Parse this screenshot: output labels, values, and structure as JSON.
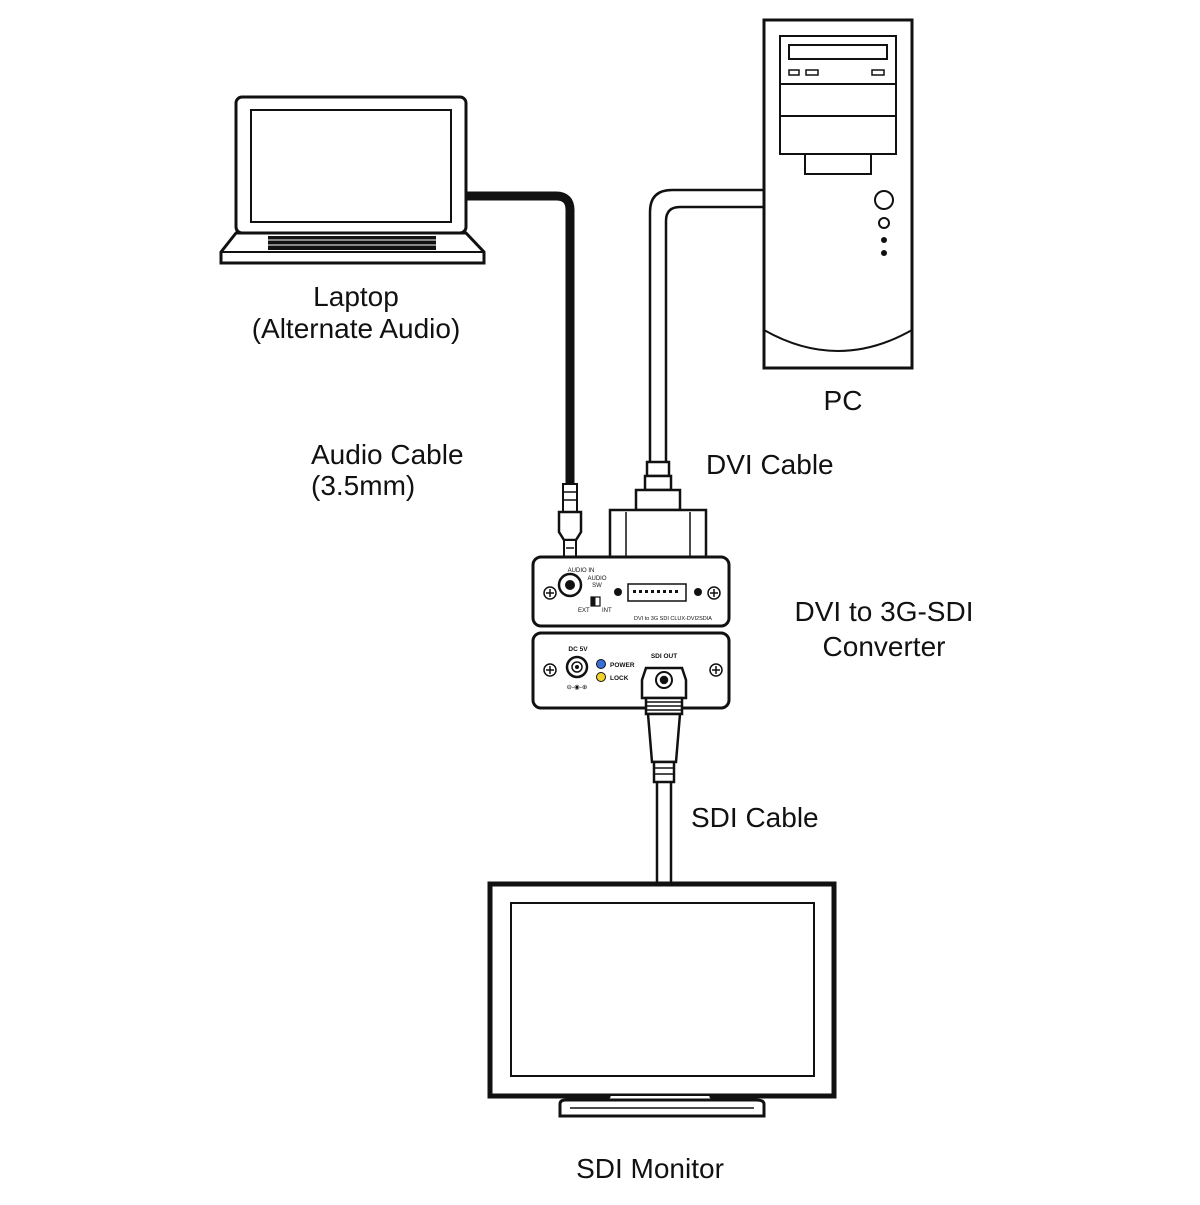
{
  "labels": {
    "laptop_line1": "Laptop",
    "laptop_line2": "(Alternate Audio)",
    "pc": "PC",
    "audio_cable_line1": "Audio Cable",
    "audio_cable_line2": "(3.5mm)",
    "dvi_cable": "DVI Cable",
    "converter_line1": "DVI to 3G-SDI",
    "converter_line2": "Converter",
    "sdi_cable": "SDI Cable",
    "sdi_monitor": "SDI Monitor"
  },
  "device_panel": {
    "audio_in": "AUDIO IN",
    "audio_sw_line1": "AUDIO",
    "audio_sw_line2": "SW",
    "ext": "EXT",
    "int": "INT",
    "model": "DVI to 3G SDI CLUX-DVI2SDIA",
    "dc_power": "DC 5V",
    "polarity": "⊖-◉-⊕",
    "power_led": "POWER",
    "lock_led": "LOCK",
    "sdi_out": "SDI OUT"
  },
  "colors": {
    "line": "#111111",
    "power_led": "#3a6fd8",
    "lock_led": "#f2d22a"
  }
}
